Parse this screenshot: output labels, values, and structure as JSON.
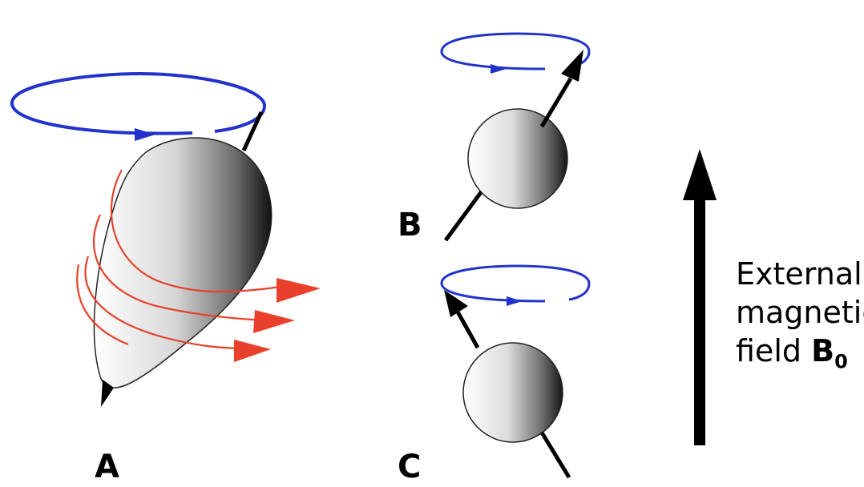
{
  "labels": {
    "panel_a": "A",
    "panel_b": "B",
    "panel_c": "C"
  },
  "field": {
    "line1": "External",
    "line2": "magnetic",
    "line3_prefix": "field",
    "symbol": "B",
    "subscript": "0"
  },
  "colors": {
    "precession_ring": "#2233cc",
    "field_lines": "#e8402a",
    "axis": "#000000"
  }
}
